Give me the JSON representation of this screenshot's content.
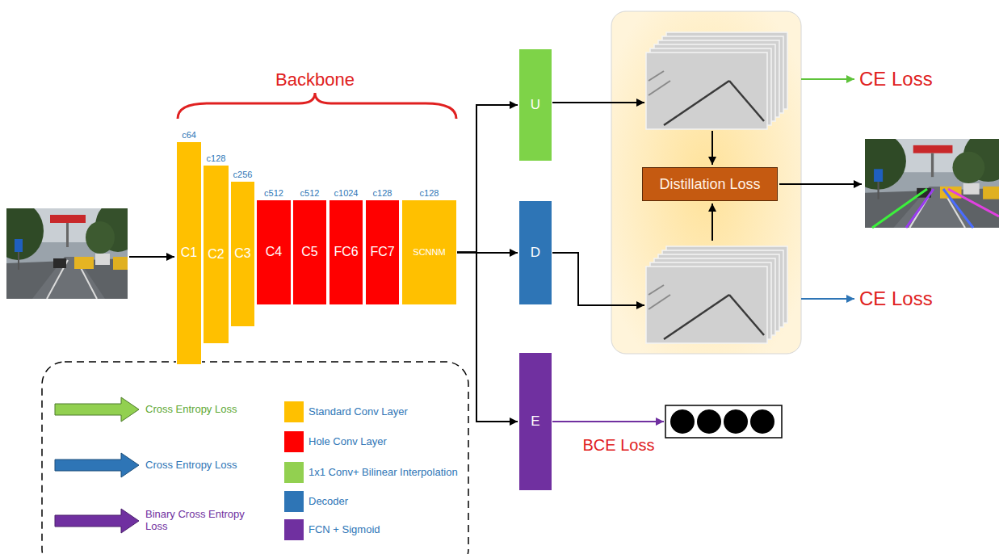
{
  "diagram": {
    "nodes": [
      {
        "text": [
          "c64",
          "C1"
        ]
      },
      {
        "text": [
          "c128",
          "C2"
        ]
      },
      {
        "text": [
          "c256",
          "C3"
        ]
      },
      {
        "text": [
          "c512",
          "C4"
        ]
      },
      {
        "text": [
          "c512",
          "C5"
        ]
      },
      {
        "text": [
          "c1024",
          "FC6"
        ]
      },
      {
        "text": [
          "c128",
          "FC7"
        ]
      },
      {
        "text": [
          "c128",
          "SCNNM"
        ]
      },
      {
        "text": [
          "U"
        ]
      },
      {
        "text": [
          "D"
        ]
      },
      {
        "text": [
          "E"
        ]
      },
      {
        "text": [
          "Distillation Loss"
        ]
      }
    ],
    "edges": [
      {
        "from": 7,
        "to": 8,
        "arrow": "to"
      },
      {
        "from": 7,
        "to": 9,
        "arrow": "to"
      },
      {
        "from": 7,
        "to": 10,
        "arrow": "to"
      }
    ],
    "labels": [
      "Backbone",
      "CE Loss",
      "CE Loss",
      "BCE Loss"
    ],
    "legend": [
      {
        "text": "Cross Entropy Loss"
      },
      {
        "text": "Cross Entropy Loss"
      },
      {
        "text": "Binary Cross Entropy Loss"
      },
      {
        "text": "Standard Conv Layer",
        "color": "#FFC000"
      },
      {
        "text": "Hole Conv Layer",
        "color": "#FF0000"
      },
      {
        "text": "1x1 Conv+ Bilinear Interpolation",
        "color": "#92D050"
      },
      {
        "text": "Decoder",
        "color": "#2E75B6"
      },
      {
        "text": "FCN + Sigmoid",
        "color": "#7030A0"
      }
    ]
  }
}
